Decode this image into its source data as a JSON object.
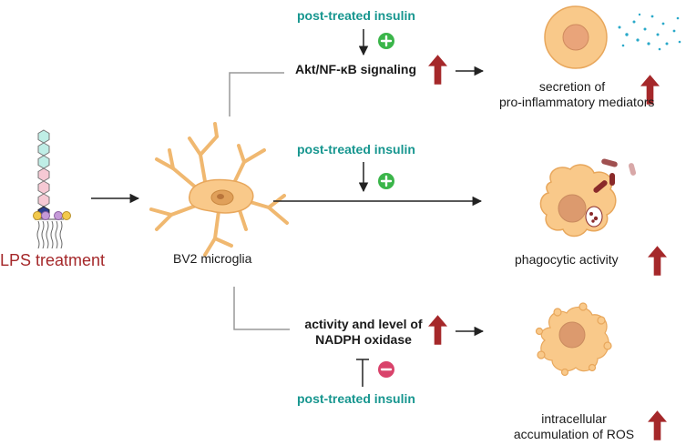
{
  "labels": {
    "insulin_top": "post-treated insulin",
    "insulin_mid": "post-treated insulin",
    "insulin_bottom": "post-treated insulin",
    "akt_signaling": "Akt/NF-κB signaling",
    "nadph_line1": "activity and level of",
    "nadph_line2": "NADPH oxidase",
    "secretion_line1": "secretion of",
    "secretion_line2": "pro-inflammatory mediators",
    "phagocytic": "phagocytic activity",
    "ros_line1": "intracellular",
    "ros_line2": "accumulation of ROS",
    "microglia": "BV2 microglia",
    "lps": "LPS treatment"
  },
  "icons": {
    "plus_top": "plus-circle-icon",
    "plus_mid": "plus-circle-icon",
    "minus_bottom": "minus-circle-icon",
    "up_arrows": "up-arrow-icon"
  },
  "colors": {
    "teal_text": "#17968f",
    "lps_red": "#a5282a",
    "up_arrow": "#a5282a",
    "plus_green": "#3bb54a",
    "minus_pink": "#d9436b",
    "cell_fill": "#f9c98a",
    "cell_stroke": "#e8a75c",
    "nucleus": "#dc9a6e"
  }
}
